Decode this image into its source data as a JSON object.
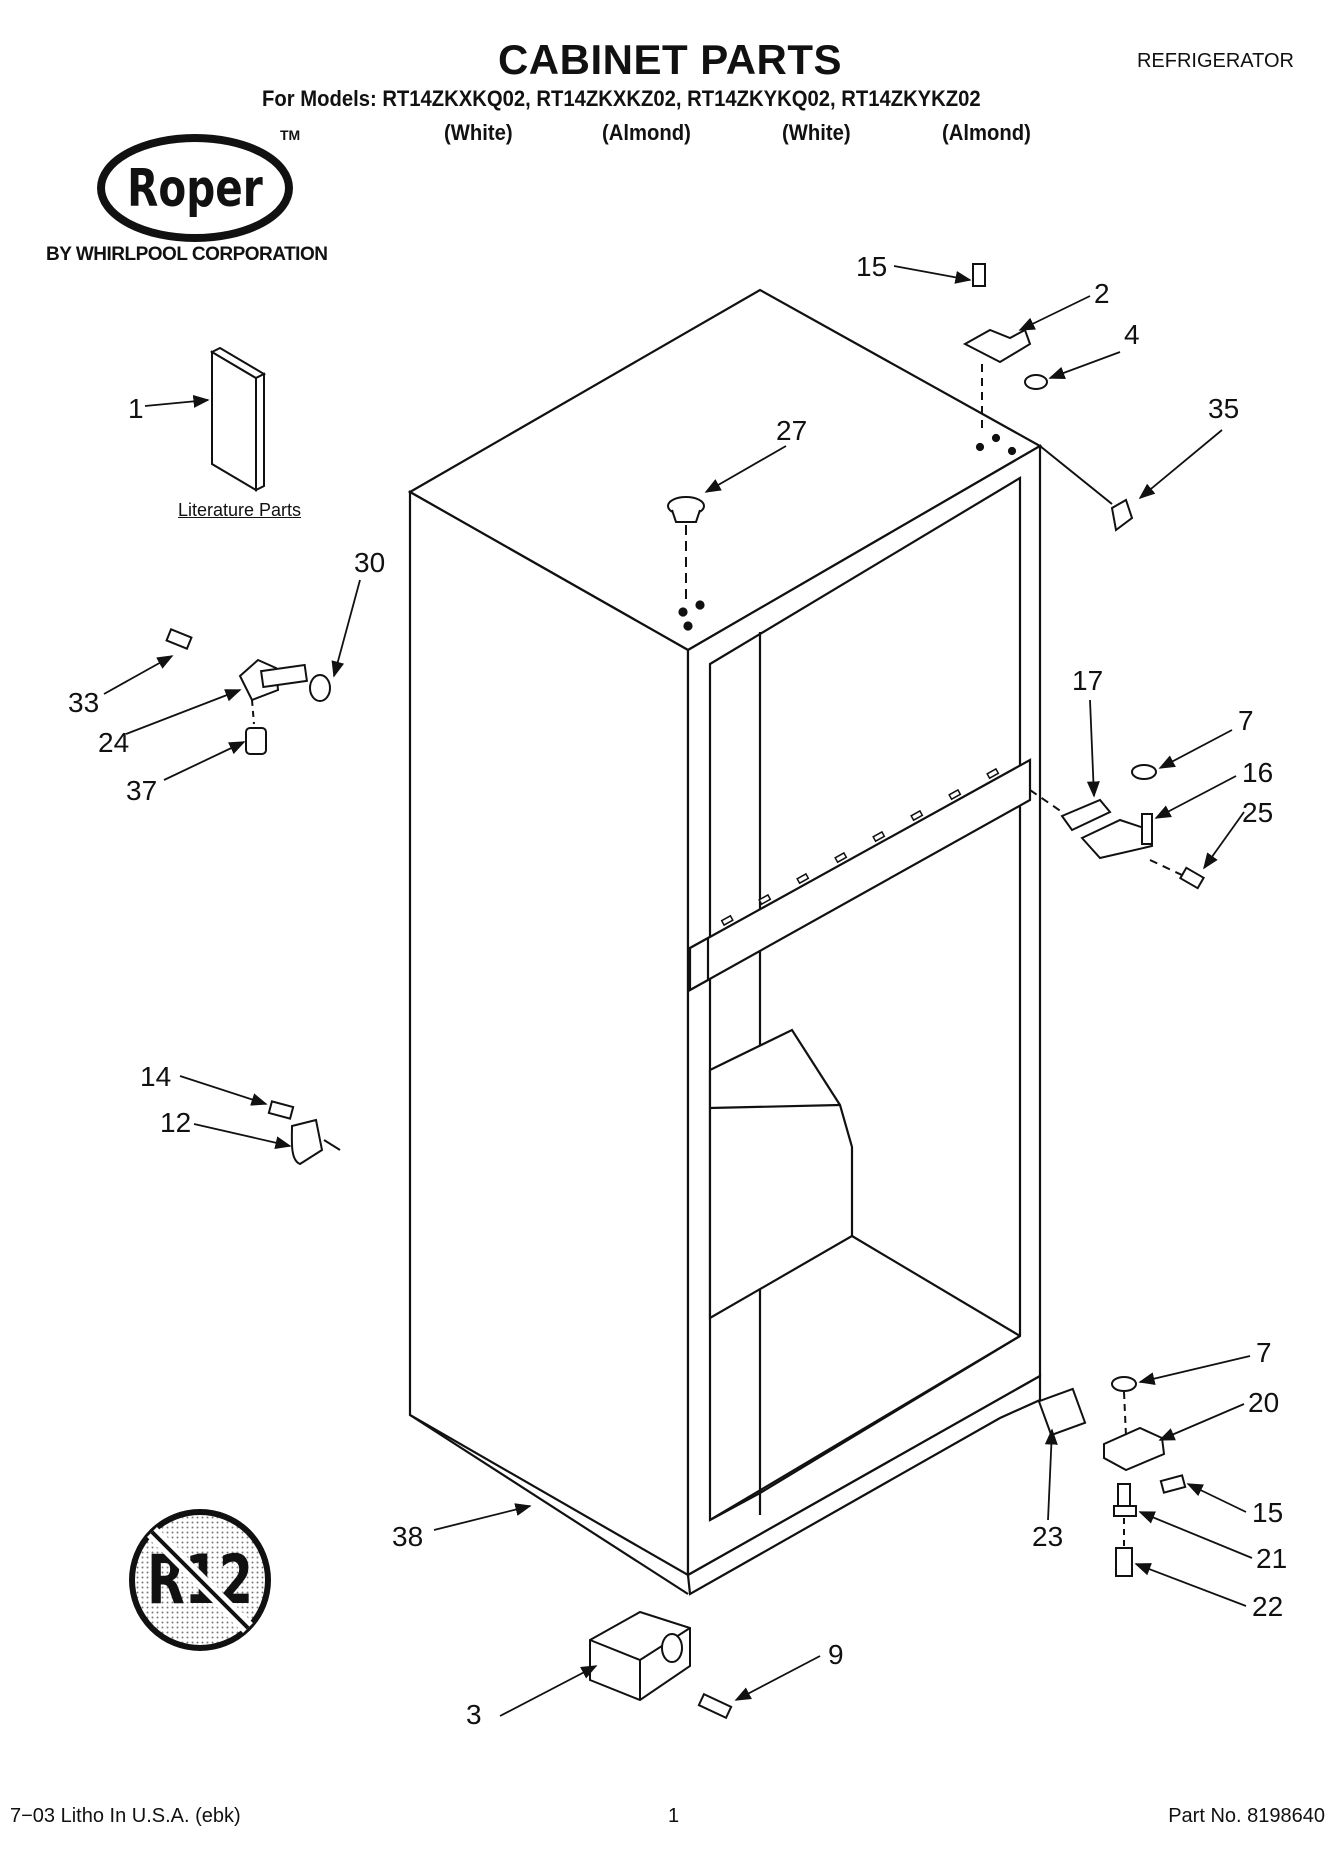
{
  "header": {
    "title": "CABINET PARTS",
    "category": "REFRIGERATOR",
    "models_line": "For Models: RT14ZKXKQ02, RT14ZKXKZ02, RT14ZKYKQ02, RT14ZKYKZ02",
    "model_colors": [
      "(White)",
      "(Almond)",
      "(White)",
      "(Almond)"
    ]
  },
  "brand": {
    "logo_text": "Roper",
    "trademark": "TM",
    "subtitle": "BY WHIRLPOOL CORPORATION"
  },
  "diagram": {
    "literature_label": "Literature Parts",
    "r12_symbol": "R12",
    "callouts": [
      "1",
      "2",
      "3",
      "4",
      "7",
      "7",
      "9",
      "12",
      "14",
      "15",
      "15",
      "16",
      "17",
      "20",
      "21",
      "22",
      "23",
      "24",
      "25",
      "27",
      "30",
      "33",
      "35",
      "37",
      "38"
    ]
  },
  "footer": {
    "left": "7−03 Litho In U.S.A. (ebk)",
    "page": "1",
    "right": "Part No. 8198640"
  }
}
